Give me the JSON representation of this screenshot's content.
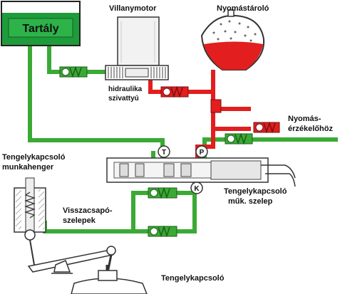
{
  "diagram": {
    "labels": {
      "tank": "Tartály",
      "motor": "Villanymotor",
      "accumulator": "Nyomástároló",
      "pump_line1": "hidraulika",
      "pump_line2": "szivattyú",
      "sensor_line1": "Nyomás-",
      "sensor_line2": "érzékelőhöz",
      "cylinder_line1": "Tengelykapcsoló",
      "cylinder_line2": "munkahenger",
      "check_line1": "Visszacsapó-",
      "check_line2": "szelepek",
      "valve_line1": "Tengelykapcsoló",
      "valve_line2": "műk. szelep",
      "clutch": "Tengelykapcsoló",
      "port_t": "T",
      "port_p": "P",
      "port_k": "K"
    },
    "colors": {
      "low_pressure": "#3aaa35",
      "high_pressure": "#e21e1e",
      "tank_fill": "#1e9b3a",
      "outline": "#222222"
    }
  }
}
